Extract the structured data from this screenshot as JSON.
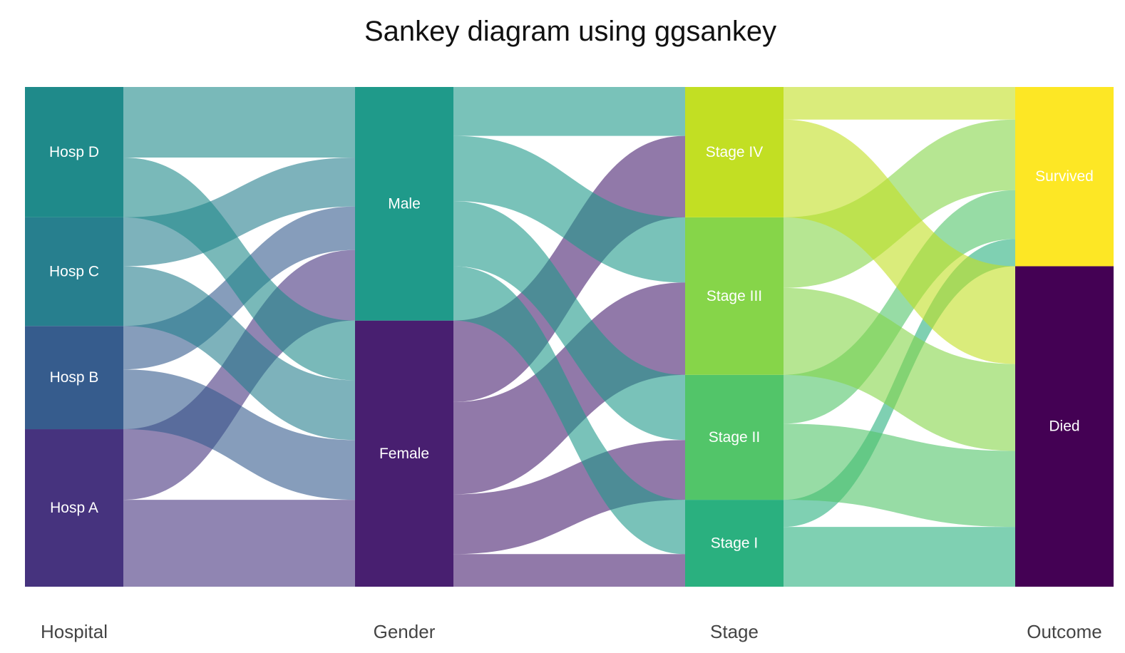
{
  "title": "Sankey diagram using ggsankey",
  "chart_data": {
    "type": "sankey",
    "title": "Sankey diagram using ggsankey",
    "axes": [
      "Hospital",
      "Gender",
      "Stage",
      "Outcome"
    ],
    "nodes": [
      {
        "id": "hospA",
        "axis": 0,
        "label": "Hosp A",
        "color": "#46337E",
        "value": 29
      },
      {
        "id": "hospB",
        "axis": 0,
        "label": "Hosp B",
        "color": "#365C8D",
        "value": 19
      },
      {
        "id": "hospC",
        "axis": 0,
        "label": "Hosp C",
        "color": "#277F8E",
        "value": 20
      },
      {
        "id": "hospD",
        "axis": 0,
        "label": "Hosp D",
        "color": "#1F8A8A",
        "value": 24
      },
      {
        "id": "female",
        "axis": 1,
        "label": "Female",
        "color": "#481F70",
        "value": 49
      },
      {
        "id": "male",
        "axis": 1,
        "label": "Male",
        "color": "#1F9A8A",
        "value": 43
      },
      {
        "id": "stage1",
        "axis": 2,
        "label": "Stage I",
        "color": "#2AB07F",
        "value": 16
      },
      {
        "id": "stage2",
        "axis": 2,
        "label": "Stage II",
        "color": "#52C569",
        "value": 23
      },
      {
        "id": "stage3",
        "axis": 2,
        "label": "Stage III",
        "color": "#86D549",
        "value": 29
      },
      {
        "id": "stage4",
        "axis": 2,
        "label": "Stage IV",
        "color": "#C2DF23",
        "value": 24
      },
      {
        "id": "died",
        "axis": 3,
        "label": "Died",
        "color": "#440154",
        "value": 59
      },
      {
        "id": "survived",
        "axis": 3,
        "label": "Survived",
        "color": "#FDE725",
        "value": 33
      }
    ],
    "links": [
      {
        "source": "hospA",
        "target": "female",
        "value": 16
      },
      {
        "source": "hospA",
        "target": "male",
        "value": 13
      },
      {
        "source": "hospB",
        "target": "female",
        "value": 11
      },
      {
        "source": "hospB",
        "target": "male",
        "value": 8
      },
      {
        "source": "hospC",
        "target": "female",
        "value": 11
      },
      {
        "source": "hospC",
        "target": "male",
        "value": 9
      },
      {
        "source": "hospD",
        "target": "female",
        "value": 11
      },
      {
        "source": "hospD",
        "target": "male",
        "value": 13
      },
      {
        "source": "female",
        "target": "stage1",
        "value": 6
      },
      {
        "source": "female",
        "target": "stage2",
        "value": 11
      },
      {
        "source": "female",
        "target": "stage3",
        "value": 17
      },
      {
        "source": "female",
        "target": "stage4",
        "value": 15
      },
      {
        "source": "male",
        "target": "stage1",
        "value": 10
      },
      {
        "source": "male",
        "target": "stage2",
        "value": 12
      },
      {
        "source": "male",
        "target": "stage3",
        "value": 12
      },
      {
        "source": "male",
        "target": "stage4",
        "value": 9
      },
      {
        "source": "stage1",
        "target": "died",
        "value": 11
      },
      {
        "source": "stage1",
        "target": "survived",
        "value": 5
      },
      {
        "source": "stage2",
        "target": "died",
        "value": 14
      },
      {
        "source": "stage2",
        "target": "survived",
        "value": 9
      },
      {
        "source": "stage3",
        "target": "died",
        "value": 16
      },
      {
        "source": "stage3",
        "target": "survived",
        "value": 13
      },
      {
        "source": "stage4",
        "target": "died",
        "value": 18
      },
      {
        "source": "stage4",
        "target": "survived",
        "value": 6
      }
    ]
  }
}
